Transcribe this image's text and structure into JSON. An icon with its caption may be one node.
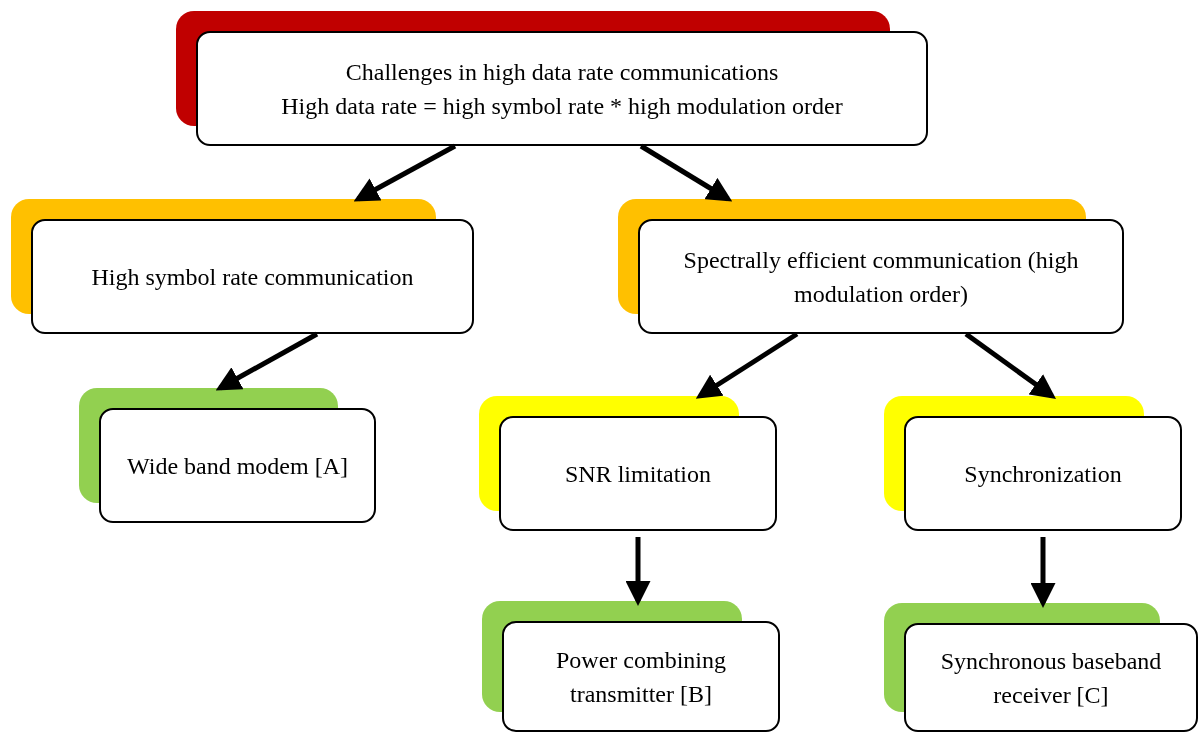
{
  "diagram": {
    "nodes": [
      {
        "text": [
          "Challenges in high data rate communications",
          "High data rate = high symbol rate * high modulation order"
        ]
      },
      {
        "text": [
          "High symbol rate communication"
        ]
      },
      {
        "text": [
          "Spectrally efficient communication (high modulation order)"
        ]
      },
      {
        "text": [
          "Wide band modem [A]"
        ]
      },
      {
        "text": [
          "SNR limitation"
        ]
      },
      {
        "text": [
          "Synchronization"
        ]
      },
      {
        "text": [
          "Power combining transmitter [B]"
        ]
      },
      {
        "text": [
          "Synchronous baseband receiver [C]"
        ]
      }
    ],
    "edges": [
      {
        "from": 0,
        "to": 1,
        "arrow": "to"
      },
      {
        "from": 0,
        "to": 2,
        "arrow": "to"
      },
      {
        "from": 1,
        "to": 3,
        "arrow": "to"
      },
      {
        "from": 2,
        "to": 4,
        "arrow": "to"
      },
      {
        "from": 2,
        "to": 5,
        "arrow": "to"
      },
      {
        "from": 4,
        "to": 6,
        "arrow": "to"
      },
      {
        "from": 5,
        "to": 7,
        "arrow": "to"
      }
    ]
  }
}
